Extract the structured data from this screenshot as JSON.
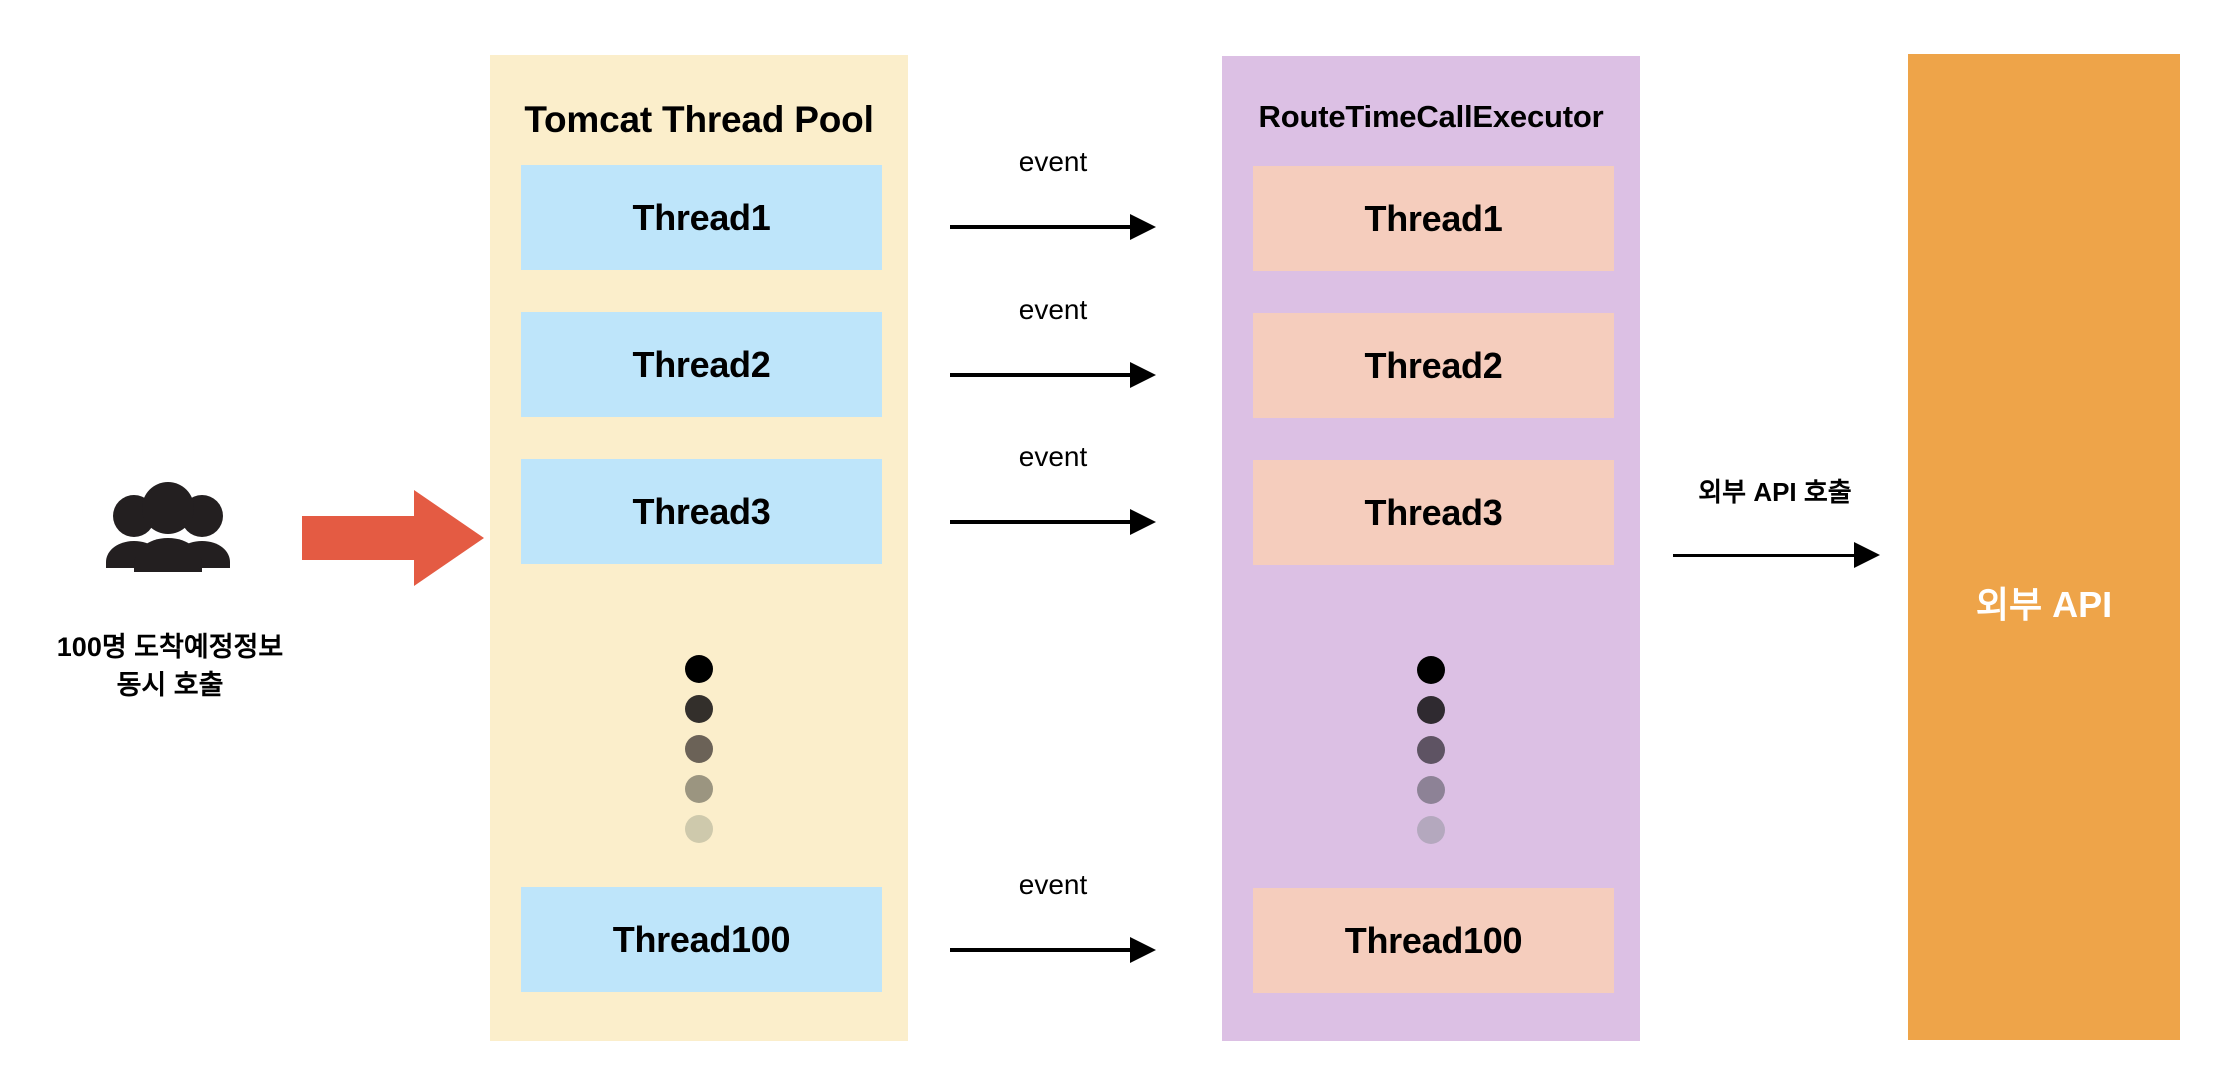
{
  "diagram": {
    "title": "Tomcat Thread Pool to RouteTimeCallExecutor event flow",
    "colors": {
      "tomcat_panel_bg": "#FBEECB",
      "tomcat_thread_bg": "#BEE5FA",
      "executor_panel_bg": "#DCC0E4",
      "executor_thread_bg": "#F5CDBD",
      "external_api_bg": "#EEA449",
      "inflow_arrow": "#E45B43",
      "arrow_stroke": "#000000",
      "text": "#000000",
      "external_api_text": "#FFFFFF"
    }
  },
  "users": {
    "icon": "people-group-icon",
    "caption_line1": "100명 도착예정정보",
    "caption_line2": "동시 호출"
  },
  "inflow": {
    "icon": "right-block-arrow-icon"
  },
  "tomcat_pool": {
    "title": "Tomcat Thread Pool",
    "threads": [
      {
        "label": "Thread1"
      },
      {
        "label": "Thread2"
      },
      {
        "label": "Thread3"
      },
      {
        "label": "Thread100"
      }
    ],
    "ellipsis_dots": [
      "#000000",
      "#332F2B",
      "#6B6257",
      "#9B9580",
      "#CEC9AC"
    ]
  },
  "event_arrows": [
    {
      "label": "event"
    },
    {
      "label": "event"
    },
    {
      "label": "event"
    },
    {
      "label": "event"
    }
  ],
  "executor": {
    "title": "RouteTimeCallExecutor",
    "threads": [
      {
        "label": "Thread1"
      },
      {
        "label": "Thread2"
      },
      {
        "label": "Thread3"
      },
      {
        "label": "Thread100"
      }
    ],
    "ellipsis_dots": [
      "#000000",
      "#2F2A30",
      "#5E5363",
      "#8D8296",
      "#B4A8BE"
    ]
  },
  "external_call": {
    "label": "외부 API 호출"
  },
  "external_api": {
    "label": "외부 API"
  }
}
